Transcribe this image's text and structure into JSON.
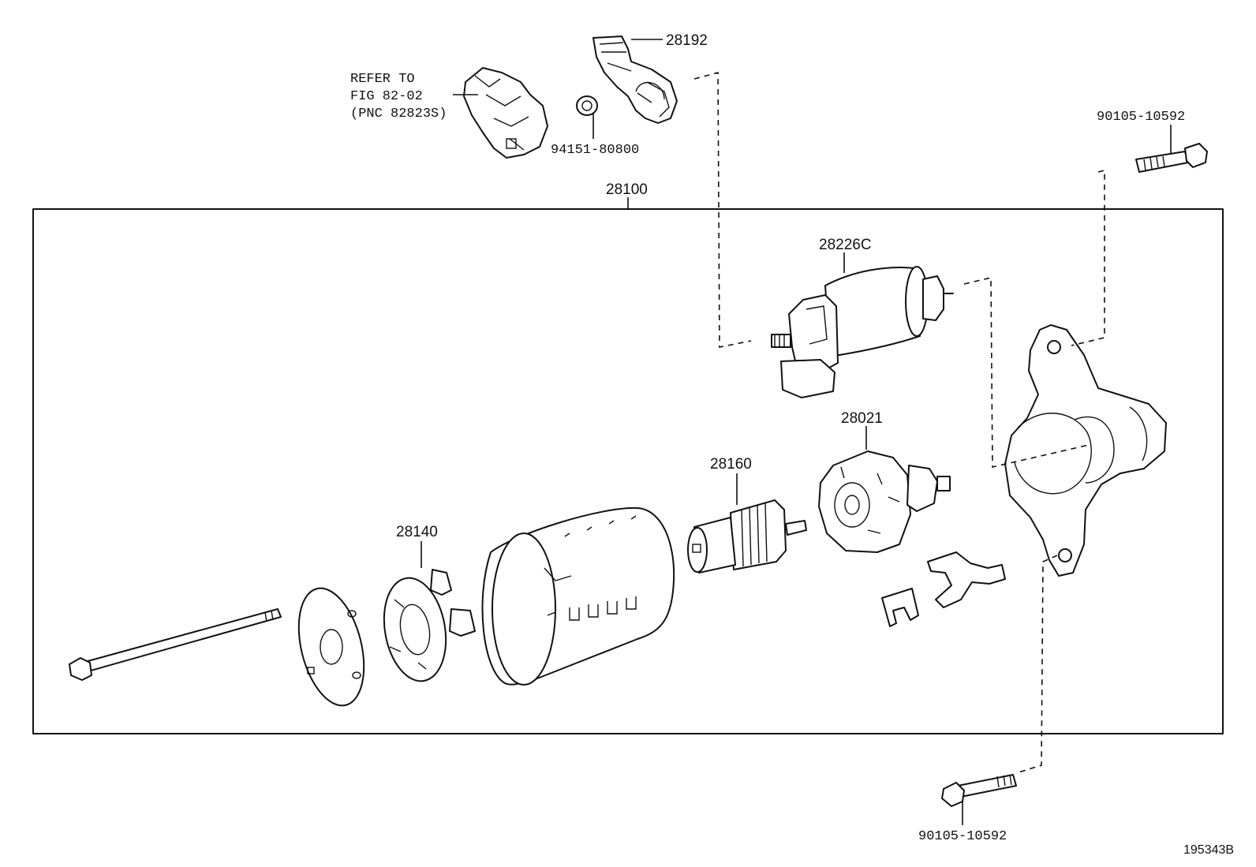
{
  "labels": {
    "assembly": "28100",
    "solenoid": "28226C",
    "connector": "28192",
    "nut": "94151-80800",
    "bolt_top": "90105-10592",
    "bolt_bottom": "90105-10592",
    "drive": "28021",
    "armature": "28160",
    "brush_holder": "28140",
    "figure_id": "195343B"
  },
  "refer_note": {
    "line1": "REFER TO",
    "line2": "FIG 82-02",
    "line3": "(PNC 82823S)"
  }
}
